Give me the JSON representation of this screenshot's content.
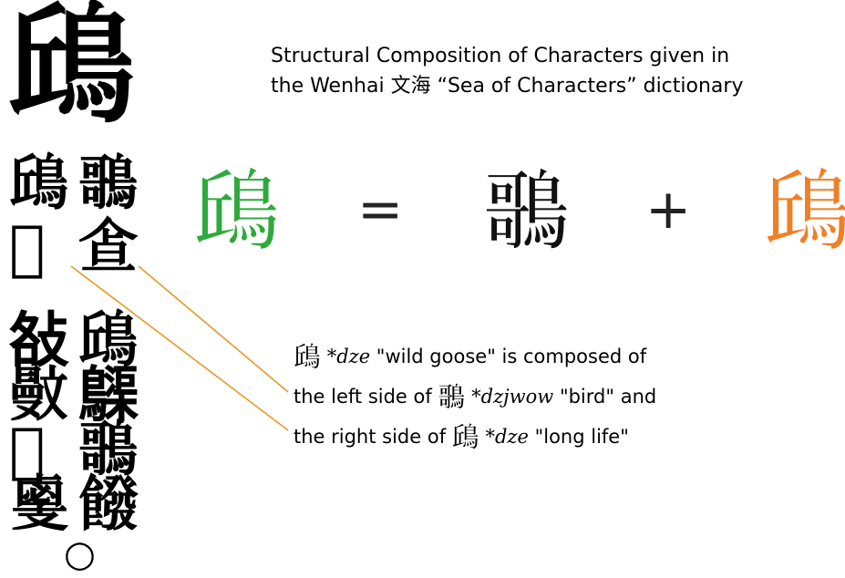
{
  "left_column": {
    "big_glyph": "𩿨",
    "pair_rows": [
      [
        "𩿨",
        "𪃿"
      ],
      [
        "𦞊",
        "𩚃"
      ]
    ],
    "lower_rows": [
      [
        "𢼛",
        "𩿨"
      ],
      [
        "𣁜",
        "𪆫"
      ],
      [
        "𢻱",
        "𪃿"
      ],
      [
        "𢻛",
        "𩞽"
      ]
    ],
    "end_mark": "○"
  },
  "title": {
    "line1": "Structural  Composition of Characters  given in",
    "line2": "the  Wenhai 文海 “Sea of Characters” dictionary"
  },
  "equation": {
    "result_glyph": "𩿨",
    "equals": "=",
    "left_glyph": "𪃿",
    "plus": "+",
    "right_glyph": "𩿨",
    "colors": {
      "green": "#2eaa3c",
      "orange": "#f07f26",
      "black": "#111111"
    }
  },
  "description": {
    "line1_glyph": "𩿨",
    "line1_star": "*",
    "line1_roman": "dze",
    "line1_rest": " \"wild goose\" is composed of",
    "line2_pre": "the left side of ",
    "line2_glyph": "𪃿",
    "line2_star": " *",
    "line2_roman": "dzjwow",
    "line2_rest": " \"bird\" and",
    "line3_pre": "the right side of ",
    "line3_glyph": "𩿨",
    "line3_star": " *",
    "line3_roman": "dze",
    "line3_rest": " \"long life\""
  },
  "connector_color": "#e59a2b"
}
